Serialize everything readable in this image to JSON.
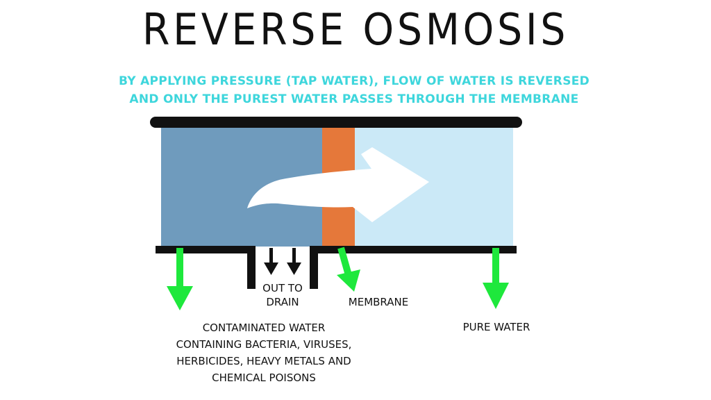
{
  "title": "REVERSE OSMOSIS",
  "subtitle": {
    "line1": "BY APPLYING PRESSURE (TAP WATER), FLOW OF WATER IS REVERSED",
    "line2": "AND ONLY THE PUREST WATER PASSES THROUGH THE MEMBRANE"
  },
  "labels": {
    "drain_line1": "OUT TO",
    "drain_line2": "DRAIN",
    "membrane": "MEMBRANE",
    "pure_water": "PURE WATER",
    "contaminated": [
      "CONTAMINATED WATER",
      "CONTAINING BACTERIA, VIRUSES,",
      "HERBICIDES,  HEAVY METALS AND",
      "CHEMICAL POISONS"
    ]
  },
  "colors": {
    "contaminated_water": "#6f9bbd",
    "pure_water": "#cbe9f7",
    "membrane": "#e5783a",
    "pointer_arrows": "#1ee83c",
    "subtitle": "#3ed6dc",
    "flow_arrow": "#ffffff"
  },
  "icons": {
    "flow": "flow-arrow-icon",
    "drain_arrows": "down-arrow-icon",
    "pointer_arrows": "green-arrow-icon"
  }
}
